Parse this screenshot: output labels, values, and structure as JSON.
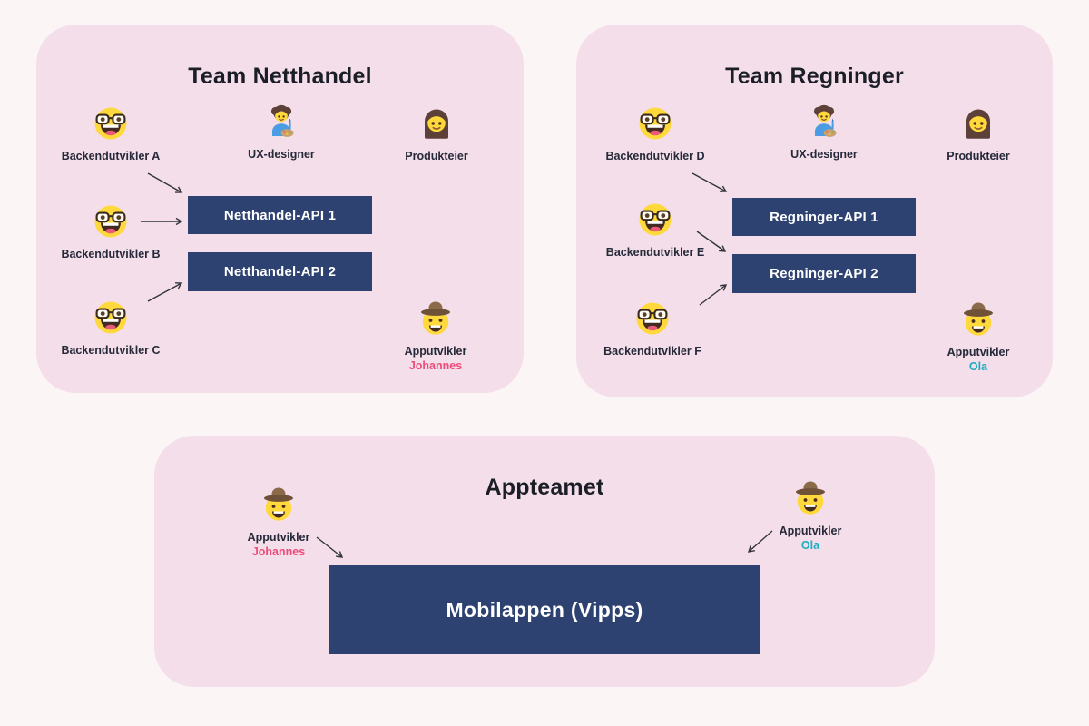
{
  "colors": {
    "page_background": "#fbf5f6",
    "panel_background": "#f3dee9",
    "box_background": "#2e4271",
    "box_text": "#ffffff",
    "title_text": "#1b1d27",
    "label_text": "#262939",
    "name_johannes": "#ee4c7a",
    "name_ola": "#1fadc2",
    "arrow": "#33343c"
  },
  "panels": [
    {
      "id": "team-netthandel",
      "title": "Team Netthandel",
      "people": [
        {
          "icon": "nerd-face",
          "label": "Backendutvikler A"
        },
        {
          "icon": "artist",
          "label": "UX-designer"
        },
        {
          "icon": "woman",
          "label": "Produkteier"
        },
        {
          "icon": "nerd-face",
          "label": "Backendutvikler B"
        },
        {
          "icon": "nerd-face",
          "label": "Backendutvikler C"
        },
        {
          "icon": "cowboy",
          "label": "Apputvikler",
          "name": "Johannes",
          "name_color": "#ee4c7a"
        }
      ],
      "boxes": [
        "Netthandel-API 1",
        "Netthandel-API 2"
      ]
    },
    {
      "id": "team-regninger",
      "title": "Team Regninger",
      "people": [
        {
          "icon": "nerd-face",
          "label": "Backendutvikler D"
        },
        {
          "icon": "artist",
          "label": "UX-designer"
        },
        {
          "icon": "woman",
          "label": "Produkteier"
        },
        {
          "icon": "nerd-face",
          "label": "Backendutvikler E"
        },
        {
          "icon": "nerd-face",
          "label": "Backendutvikler F"
        },
        {
          "icon": "cowboy",
          "label": "Apputvikler",
          "name": "Ola",
          "name_color": "#1fadc2"
        }
      ],
      "boxes": [
        "Regninger-API 1",
        "Regninger-API 2"
      ]
    },
    {
      "id": "appteamet",
      "title": "Appteamet",
      "people": [
        {
          "icon": "cowboy",
          "label": "Apputvikler",
          "name": "Johannes",
          "name_color": "#ee4c7a"
        },
        {
          "icon": "cowboy",
          "label": "Apputvikler",
          "name": "Ola",
          "name_color": "#1fadc2"
        }
      ],
      "boxes": [
        "Mobilappen (Vipps)"
      ]
    }
  ]
}
